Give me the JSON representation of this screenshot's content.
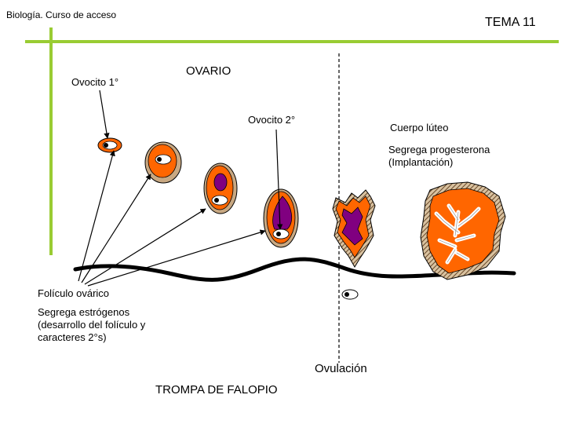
{
  "header": {
    "course_title": "Biología. Curso de acceso",
    "topic": "TEMA 11"
  },
  "labels": {
    "ovary": "OVARIO",
    "primary_oocyte": "Ovocito 1°",
    "secondary_oocyte": "Ovocito 2°",
    "corpus_luteum": "Cuerpo lúteo",
    "corpus_luteum_note_line1": "Segrega progesterona",
    "corpus_luteum_note_line2": "(Implantación)",
    "follicle": "Folículo ovárico",
    "follicle_note_line1": "Segrega estrógenos",
    "follicle_note_line2": "(desarrollo del folículo y",
    "follicle_note_line3": "caracteres 2°s)",
    "ovulation": "Ovulación",
    "fallopian_tube": "TROMPA DE FALOPIO"
  },
  "colors": {
    "header_rule": "#99cc33",
    "follicle_orange": "#ff6600",
    "theca_tan": "#c8a882",
    "oocyte_purple": "#800080",
    "corpus_luteum_orange": "#ff6600",
    "hatch_border": "#a08060"
  }
}
